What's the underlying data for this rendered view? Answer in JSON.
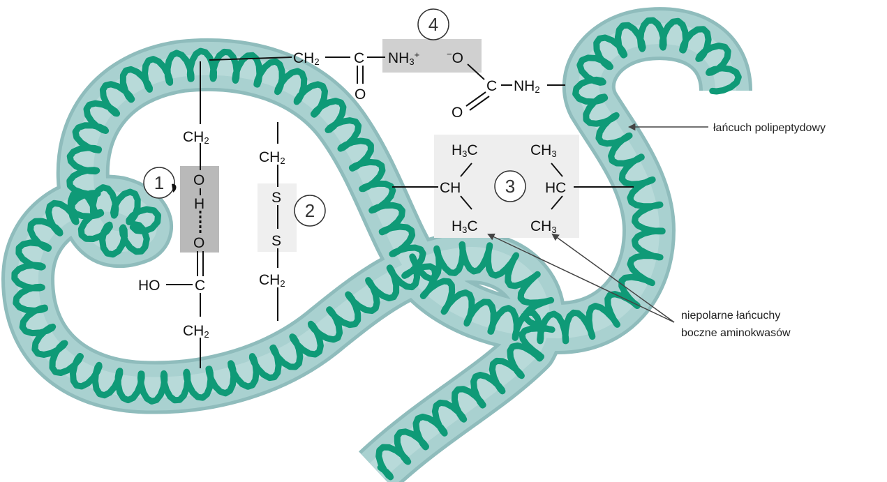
{
  "markers": {
    "m1": "1",
    "m2": "2",
    "m3": "3",
    "m4": "4"
  },
  "labels": {
    "chain": "łańcuch polipeptydowy",
    "side_line1": "niepolarne łańcuchy",
    "side_line2": "boczne aminokwasów"
  },
  "atoms": {
    "ch": "CH",
    "hc": "HC",
    "c": "C",
    "h": "H",
    "o": "O",
    "s": "S",
    "ho": "HO",
    "nh": "NH",
    "neg": "−",
    "plus": "+",
    "sub2": "2",
    "sub3": "3"
  },
  "colors": {
    "tube": "#a9d1d0",
    "tube_edge": "#8fbcbc",
    "coil": "#0f9a77",
    "hbond_box": "#b9b9b9",
    "ss_box": "#efefef",
    "hydrophobic_box": "#eeeeee",
    "ionic_box": "#d0d0d0"
  },
  "icons": {
    "markers": "circled-number",
    "arrows": "arrow-pointer"
  }
}
